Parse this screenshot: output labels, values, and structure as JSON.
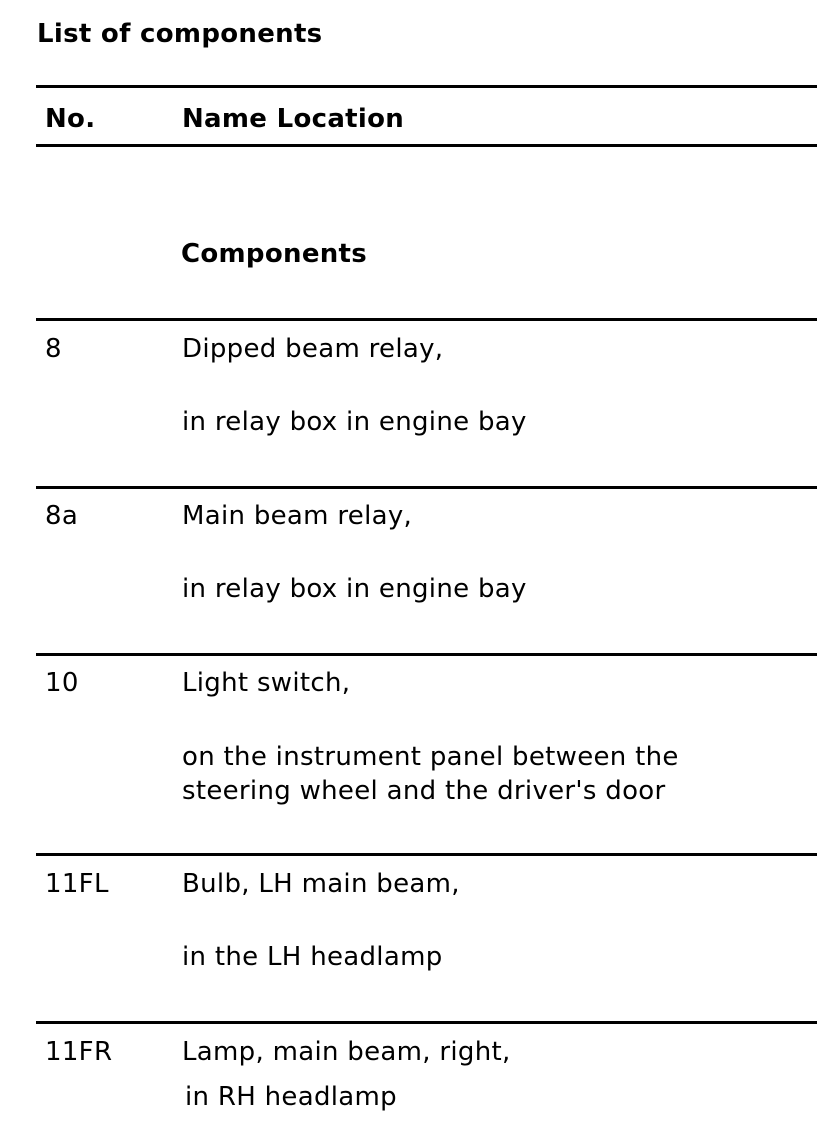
{
  "document": {
    "title": "List of components",
    "header": {
      "no": "No.",
      "name_location": "Name Location"
    },
    "section_title": "Components",
    "rows": [
      {
        "no": "8",
        "name": "Dipped beam relay,",
        "location": [
          "in relay box in engine bay"
        ]
      },
      {
        "no": "8a",
        "name": "Main beam relay,",
        "location": [
          "in relay box in engine bay"
        ]
      },
      {
        "no": "10",
        "name": "Light switch,",
        "location": [
          "on the instrument panel between the",
          "steering wheel and the driver's door"
        ]
      },
      {
        "no": "11FL",
        "name": "Bulb, LH main beam,",
        "location": [
          "in the LH headlamp"
        ]
      },
      {
        "no": "11FR",
        "name": "Lamp, main beam, right,",
        "location": [
          "in RH headlamp"
        ]
      }
    ]
  }
}
